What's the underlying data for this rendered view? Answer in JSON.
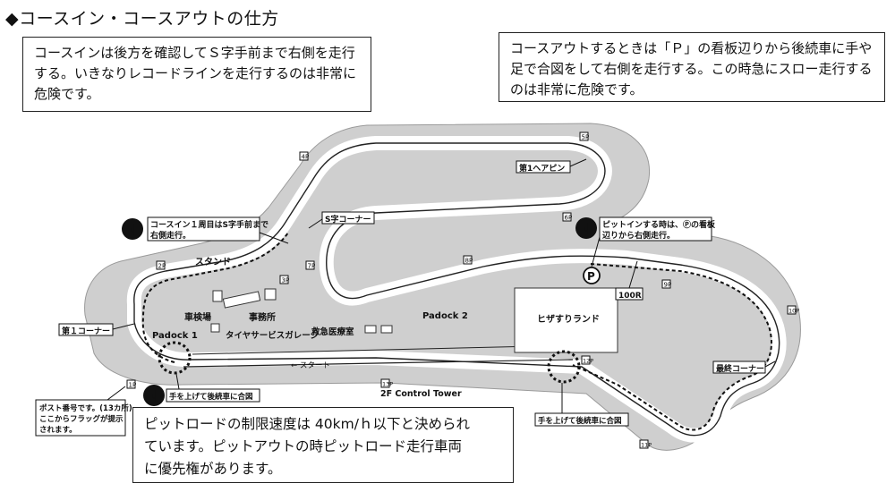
{
  "title": "◆コースイン・コースアウトの仕方",
  "notes": {
    "course_in": "コースインは後方を確認してＳ字手前まで右側を走行する。いきなりレコードラインを走行するのは非常に危険です。",
    "course_out": "コースアウトするときは「Ｐ」の看板辺りから後続車に手や足で合図をして右側を走行する。この時急にスロー走行するのは非常に危険です。",
    "pit_road_line1": "ピットロードの制限速度は 40km/ｈ以下と決められ",
    "pit_road_line2": "ています。ピットアウトの時ピットロード走行車両",
    "pit_road_line3": "に優先権があります。"
  },
  "callouts": {
    "course_in_line1": "コースイン１周目はS字手前まで",
    "course_in_line2": "右側走行。",
    "pit_in_line1": "ピットインする時は、Ⓟの看板",
    "pit_in_line2": "辺りから右側走行。",
    "hand_signal_left": "手を上げて後続車に合図",
    "hand_signal_right": "手を上げて後続車に合図",
    "post_line1": "ポスト番号です。(13カ所)",
    "post_line2": "ここからフラッグが提示",
    "post_line3": "されます。",
    "warning_mark": "!"
  },
  "map_labels": {
    "hairpin": "第1ヘアピン",
    "s_curve": "S字コーナー",
    "stand": "スタンド",
    "inspection": "車検場",
    "office": "事務所",
    "tire_garage": "タイヤサービスガレージ",
    "medical": "救急医療室",
    "padock1": "Padock 1",
    "padock2": "Padock 2",
    "hizasuri": "ヒザすりランド",
    "corner1": "第１コーナー",
    "last_corner": "最終コーナー",
    "start": "← スタート",
    "control_tower": "2F Control Tower",
    "r100": "100R",
    "p_sign": "P"
  },
  "posts": [
    "1P",
    "2P",
    "3P",
    "4P",
    "5P",
    "6P",
    "7P",
    "8P",
    "9P",
    "10P",
    "11P",
    "12P",
    "13P"
  ]
}
